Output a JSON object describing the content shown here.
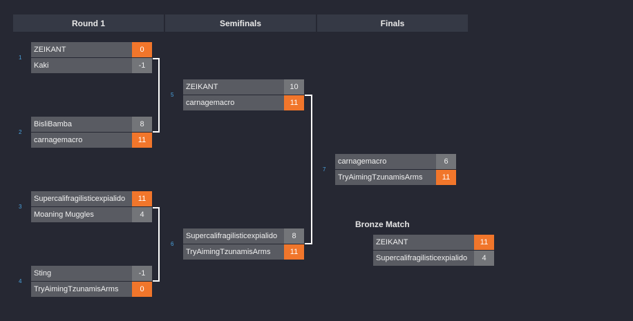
{
  "rounds": [
    "Round 1",
    "Semifinals",
    "Finals"
  ],
  "matches": {
    "m1": {
      "number": "1",
      "p1": {
        "name": "ZEIKANT",
        "score": "0"
      },
      "p2": {
        "name": "Kaki",
        "score": "-1"
      }
    },
    "m2": {
      "number": "2",
      "p1": {
        "name": "BisliBamba",
        "score": "8"
      },
      "p2": {
        "name": "carnagemacro",
        "score": "11"
      }
    },
    "m3": {
      "number": "3",
      "p1": {
        "name": "Supercalifragilisticexpialido",
        "score": "11"
      },
      "p2": {
        "name": "Moaning Muggles",
        "score": "4"
      }
    },
    "m4": {
      "number": "4",
      "p1": {
        "name": "Sting",
        "score": "-1"
      },
      "p2": {
        "name": "TryAimingTzunamisArms",
        "score": "0"
      }
    },
    "m5": {
      "number": "5",
      "p1": {
        "name": "ZEIKANT",
        "score": "10"
      },
      "p2": {
        "name": "carnagemacro",
        "score": "11"
      }
    },
    "m6": {
      "number": "6",
      "p1": {
        "name": "Supercalifragilisticexpialido",
        "score": "8"
      },
      "p2": {
        "name": "TryAimingTzunamisArms",
        "score": "11"
      }
    },
    "m7": {
      "number": "7",
      "p1": {
        "name": "carnagemacro",
        "score": "6"
      },
      "p2": {
        "name": "TryAimingTzunamisArms",
        "score": "11"
      }
    },
    "bronze": {
      "title": "Bronze Match",
      "p1": {
        "name": "ZEIKANT",
        "score": "11"
      },
      "p2": {
        "name": "Supercalifragilisticexpialido",
        "score": "4"
      }
    }
  },
  "colors": {
    "winner": "#f1762b",
    "loser": "#737579",
    "match_number": "#4aa3df"
  }
}
